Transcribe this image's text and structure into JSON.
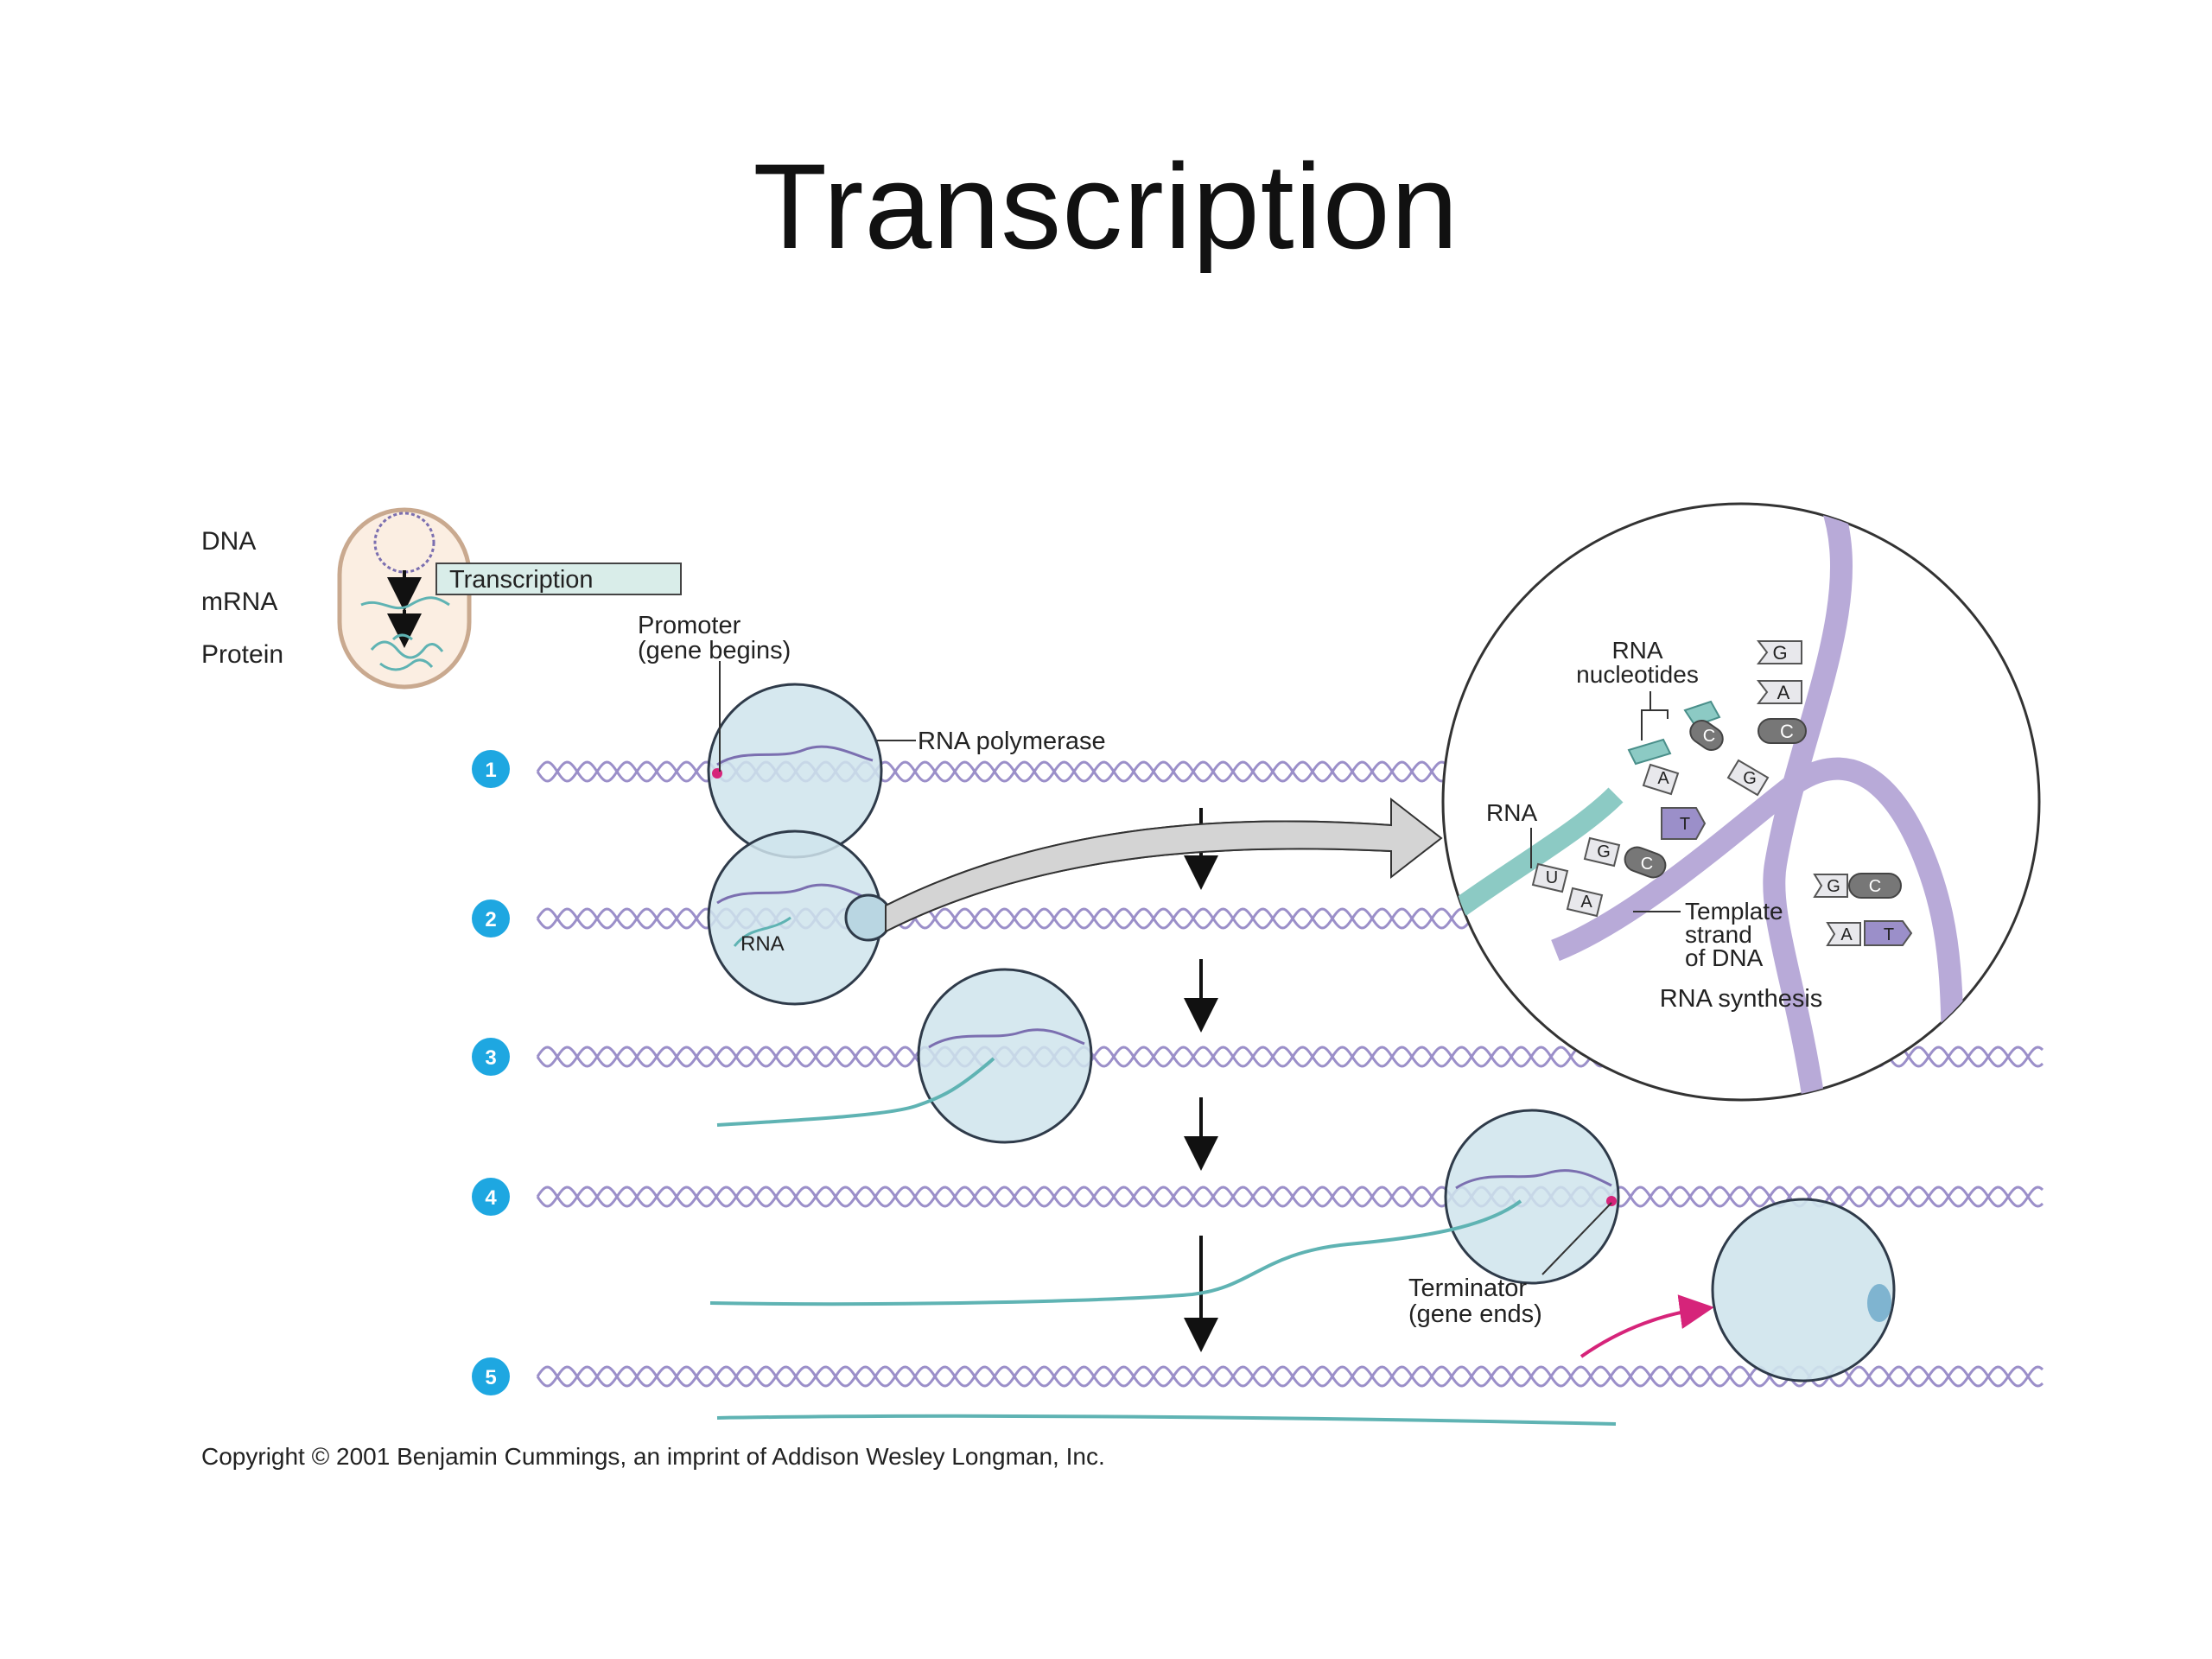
{
  "slide": {
    "title": "Transcription"
  },
  "overview": {
    "dna_label": "DNA",
    "mrna_label": "mRNA",
    "protein_label": "Protein",
    "process_label": "Transcription"
  },
  "labels": {
    "promoter": "Promoter",
    "promoter_note": "(gene begins)",
    "rna_polymerase": "RNA polymerase",
    "rna_in_step2": "RNA",
    "terminator": "Terminator",
    "terminator_note": "(gene ends)"
  },
  "steps": [
    "1",
    "2",
    "3",
    "4",
    "5"
  ],
  "inset": {
    "nucleotides_line1": "RNA",
    "nucleotides_line2": "nucleotides",
    "rna_label": "RNA",
    "template_line1": "Template",
    "template_line2": "strand",
    "template_line3": "of DNA",
    "caption": "RNA synthesis",
    "bases": {
      "free_g": "G",
      "free_a": "A",
      "free_c": "C",
      "c1": "C",
      "a1": "A",
      "g1": "G",
      "t1": "T",
      "g2": "G",
      "c2": "C",
      "u1": "U",
      "a2": "A",
      "g3": "G",
      "c3": "C",
      "a3": "A",
      "t2": "T"
    }
  },
  "copyright": "Copyright © 2001 Benjamin Cummings, an imprint of Addison Wesley Longman, Inc.",
  "colors": {
    "dna": "#9b8fc9",
    "rna": "#5fb3b3",
    "polymerase_fill": "#cfe4ec",
    "polymerase_stroke": "#2f3b4a",
    "step_badge": "#1ea7e1",
    "magenta": "#d6247a",
    "arrow_grey": "#d0d0d0"
  }
}
